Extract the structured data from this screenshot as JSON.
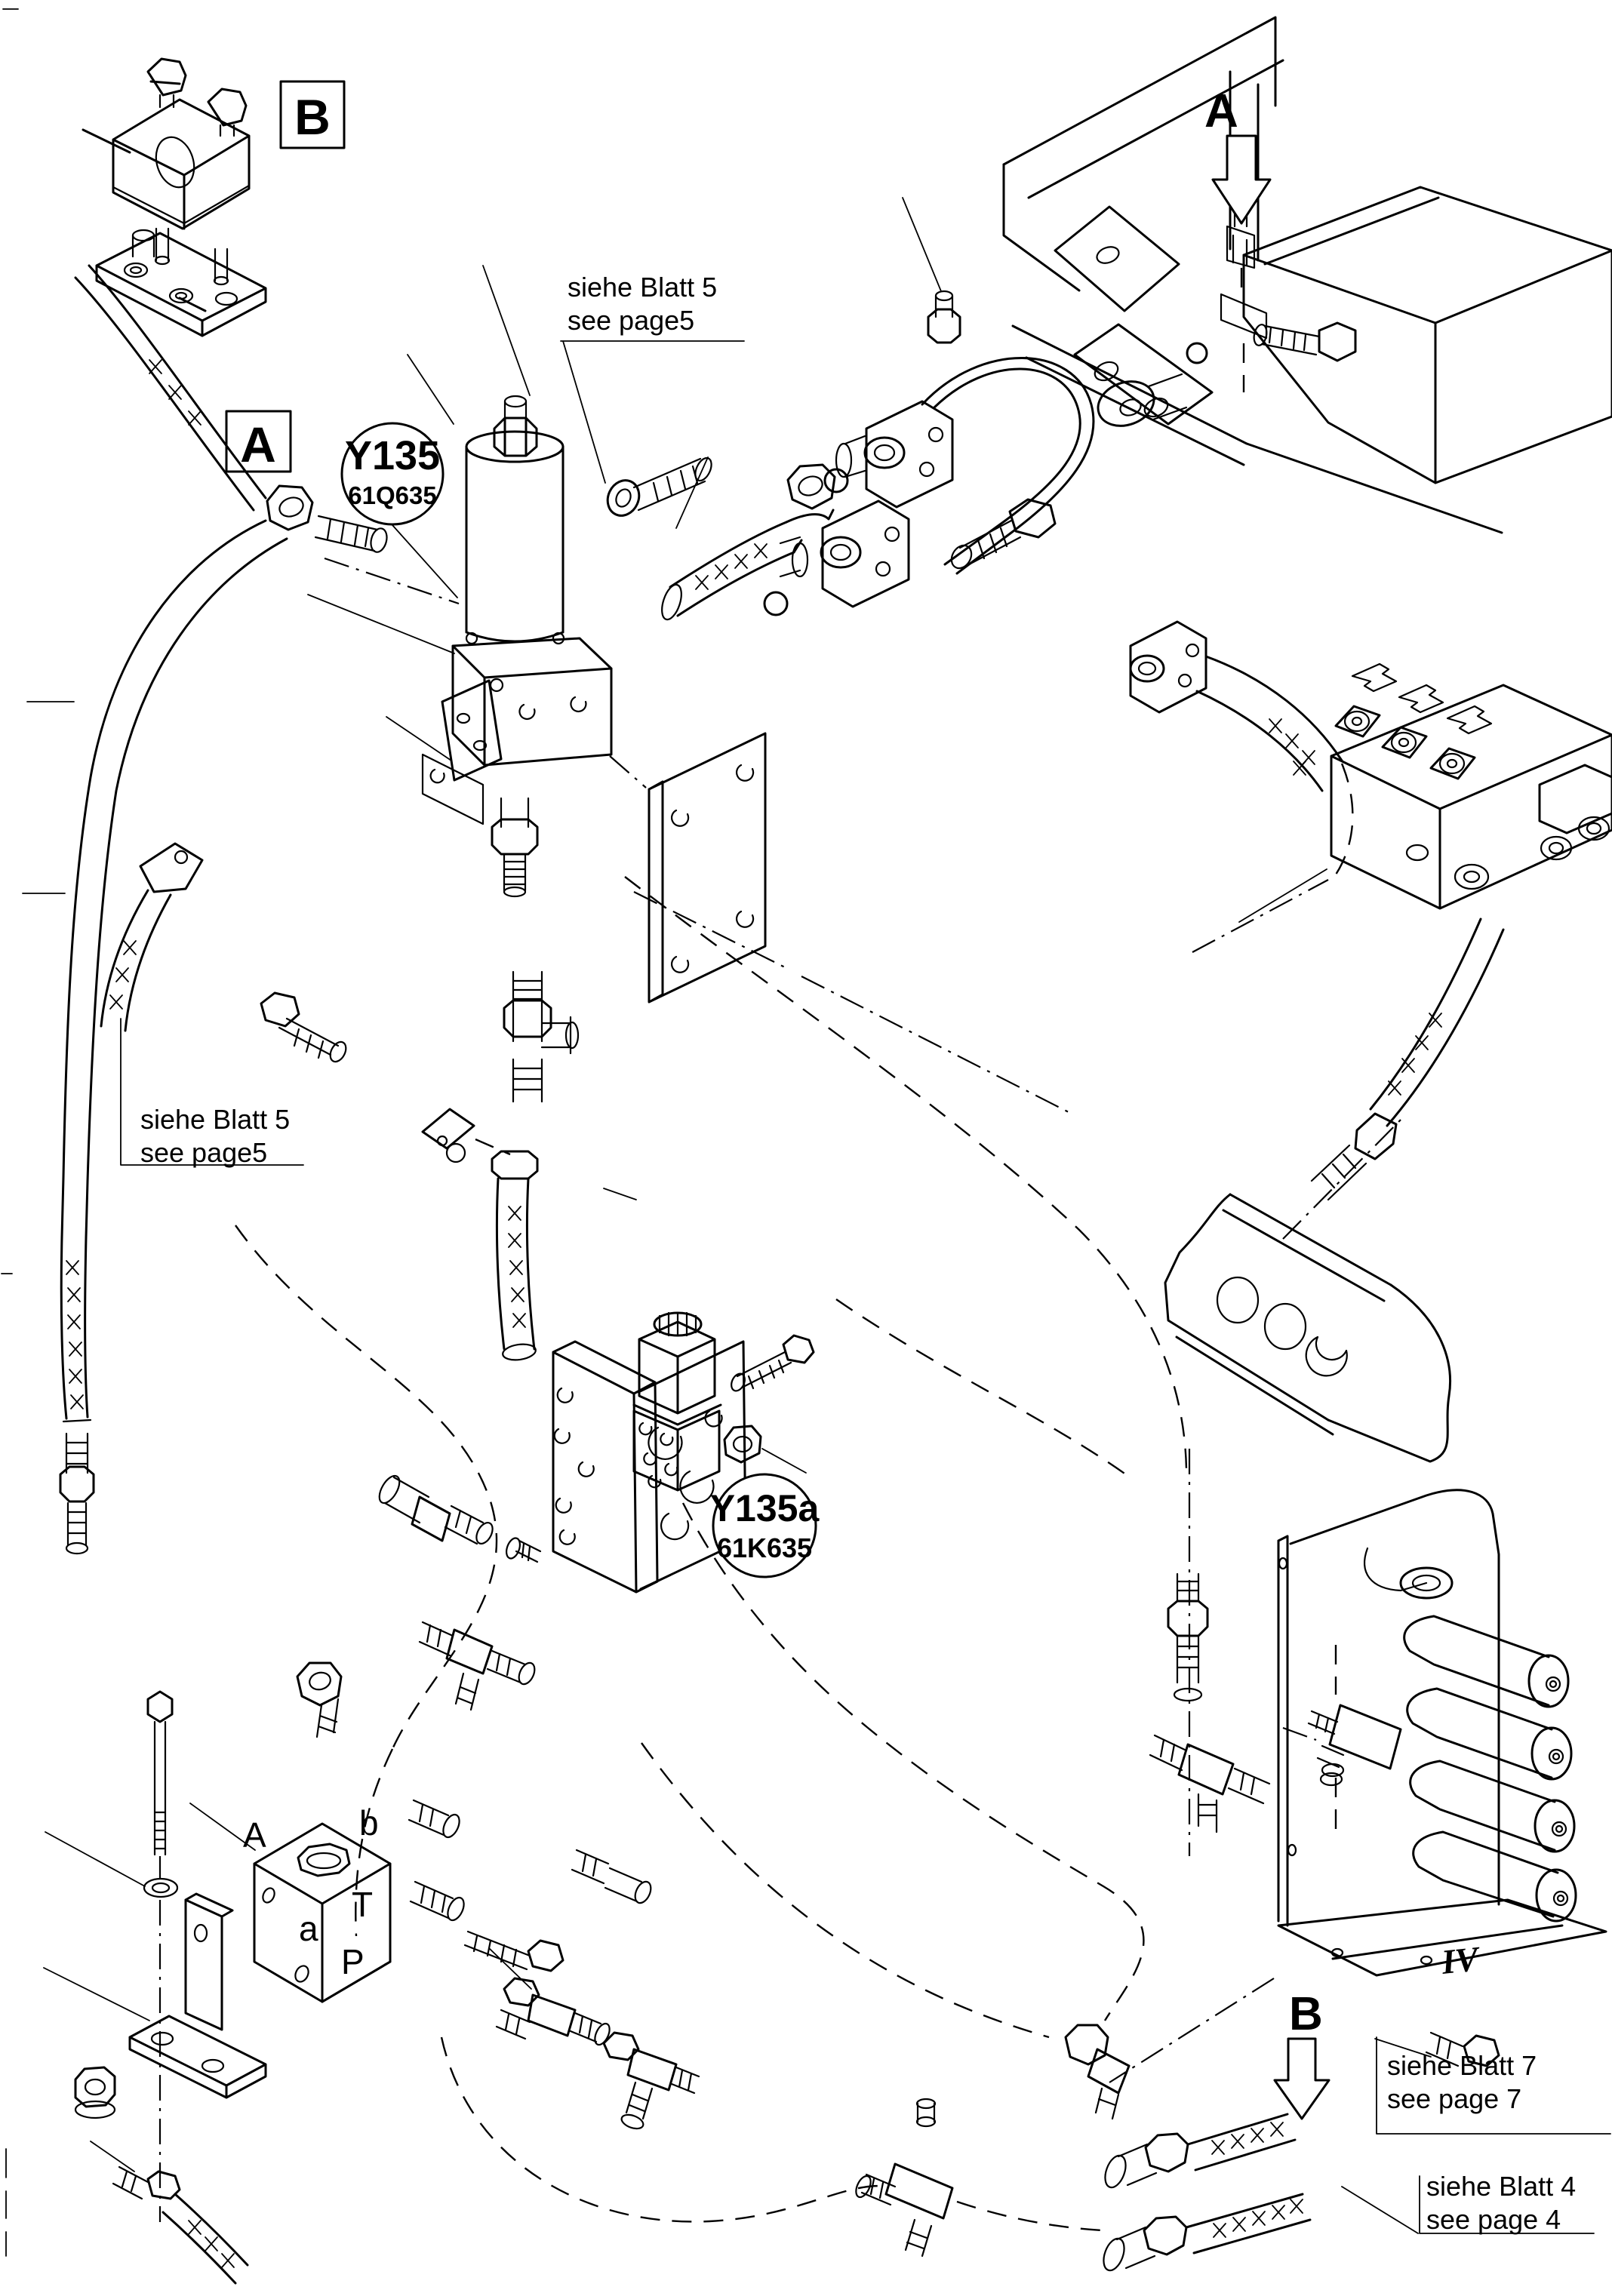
{
  "page": {
    "background": "#ffffff",
    "line_color": "#000000"
  },
  "detail_markers": {
    "b_box": "B",
    "a_box": "A"
  },
  "location_markers": {
    "top": "A",
    "bottom": "B"
  },
  "balloons": {
    "y135": {
      "code": "Y135",
      "part_no": "61Q635"
    },
    "y135a": {
      "code": "Y135a",
      "part_no": "61K635"
    }
  },
  "notes": {
    "page5_top": {
      "line1": "siehe Blatt 5",
      "line2": "see page5"
    },
    "page5_left": {
      "line1": "siehe Blatt 5",
      "line2": "see page5"
    },
    "page7": {
      "line1": "siehe Blatt 7",
      "line2": "see page 7"
    },
    "page4": {
      "line1": "siehe Blatt 4",
      "line2": "see page 4"
    }
  },
  "valve_block_ports": {
    "A": "A",
    "b": "b",
    "a": "a",
    "T": "T",
    "P": "P"
  },
  "section_label": "IV"
}
